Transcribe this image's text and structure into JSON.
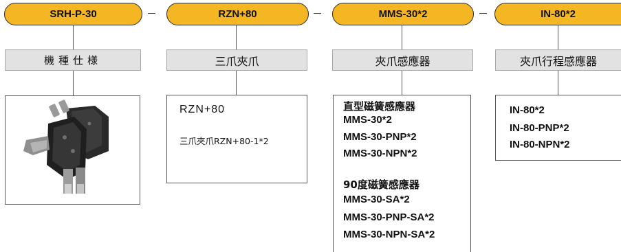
{
  "columns": [
    {
      "header": "SRH-P-30",
      "label": "機種仕様",
      "image_alt": "gripper-photo"
    },
    {
      "header": "RZN+80",
      "label": "三爪夾爪",
      "lines": [
        "RZN+80",
        "三爪夾爪RZN+80-1*2"
      ]
    },
    {
      "header": "MMS-30*2",
      "label": "夾爪感應器",
      "lines": [
        "直型磁簧感應器",
        "MMS-30*2",
        "MMS-30-PNP*2",
        "MMS-30-NPN*2",
        "90度磁簧感應器",
        "MMS-30-SA*2",
        "MMS-30-PNP-SA*2",
        "MMS-30-NPN-SA*2"
      ]
    },
    {
      "header": "IN-80*2",
      "label": "夾爪行程感應器",
      "lines": [
        "IN-80*2",
        "IN-80-PNP*2",
        "IN-80-NPN*2"
      ]
    }
  ],
  "colors": {
    "pill": "#f5b623",
    "label_bg": "#e2e2e2",
    "line": "#555555"
  }
}
